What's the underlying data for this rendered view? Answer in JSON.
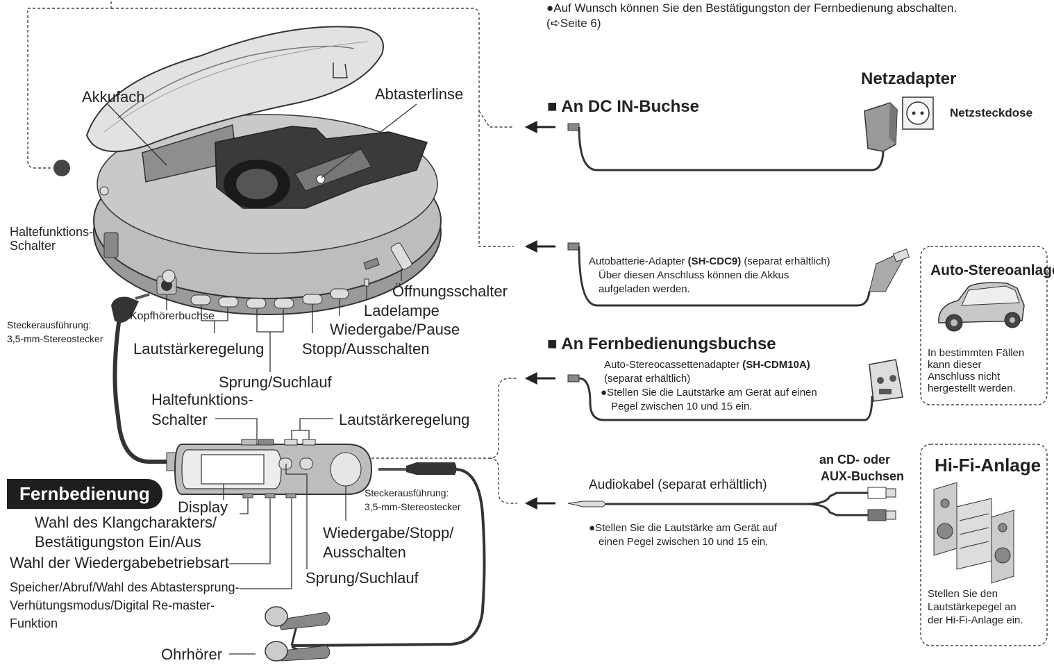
{
  "top_note": {
    "line1": "●Auf Wunsch können Sie den Bestätigungston der Fernbedienung abschalten.",
    "line2": "(➪Seite 6)"
  },
  "player": {
    "akkufach": "Akkufach",
    "abtasterlinse": "Abtasterlinse",
    "haltefunktion_1": "Haltefunktions-",
    "haltefunktion_2": "Schalter",
    "stecker_1": "Steckerausführung:",
    "stecker_2": "3,5-mm-Stereostecker",
    "kopfhoerer": "Kopfhörerbuchse",
    "lautstaerke": "Lautstärkeregelung",
    "sprung": "Sprung/Suchlauf",
    "stopp": "Stopp/Ausschalten",
    "wiedergabe": "Wiedergabe/Pause",
    "ladelampe": "Ladelampe",
    "oeffnung": "Öffnungsschalter"
  },
  "remote": {
    "tag": "Fernbedienung",
    "halte_1": "Haltefunktions-",
    "halte_2": "Schalter",
    "lautstaerke": "Lautstärkeregelung",
    "display": "Display",
    "klang_1": "Wahl des Klangcharakters/",
    "klang_2": "Bestätigungston Ein/Aus",
    "betriebsart": "Wahl der Wiedergabebetriebsart",
    "speicher_1": "Speicher/Abruf/Wahl des Abtastersprung-",
    "speicher_2": "Verhütungsmodus/Digital Re-master-",
    "speicher_3": "Funktion",
    "ohrhoerer": "Ohrhörer",
    "stecker_1": "Steckerausführung:",
    "stecker_2": "3,5-mm-Stereostecker",
    "wiedergabe_1": "Wiedergabe/Stopp/",
    "wiedergabe_2": "Ausschalten",
    "sprung": "Sprung/Suchlauf"
  },
  "dc": {
    "heading": "■ An DC IN-Buchse",
    "netzadapter": "Netzadapter",
    "netzsteckdose": "Netzsteckdose",
    "auto_line1_pre": "Autobatterie-Adapter ",
    "auto_line1_model": "(SH-CDC9)",
    "auto_line1_post": " (separat erhältlich)",
    "auto_line2": "Über diesen Anschluss können die Akkus",
    "auto_line3": "aufgeladen werden."
  },
  "fern": {
    "heading": "■ An Fernbedienungsbuchse",
    "cass_line1_pre": "Auto-Stereocassettenadapter ",
    "cass_line1_model": "(SH-CDM10A)",
    "cass_line2": "(separat erhältlich)",
    "cass_line3": "●Stellen Sie die Lautstärke am Gerät auf einen",
    "cass_line4": "Pegel zwischen 10 und 15 ein.",
    "audio": "Audiokabel (separat erhältlich)",
    "audio_note1": "●Stellen Sie die Lautstärke am Gerät auf",
    "audio_note2": "einen Pegel zwischen 10 und 15 ein.",
    "aux_1": "an CD- oder",
    "aux_2": "AUX-Buchsen"
  },
  "auto_box": {
    "title": "Auto-Stereoanlage",
    "t1": "In bestimmten Fällen",
    "t2": "kann dieser",
    "t3": "Anschluss nicht",
    "t4": "hergestellt werden."
  },
  "hifi_box": {
    "title": "Hi-Fi-Anlage",
    "t1": "Stellen Sie den",
    "t2": "Lautstärkepegel an",
    "t3": "der Hi-Fi-Anlage ein."
  }
}
